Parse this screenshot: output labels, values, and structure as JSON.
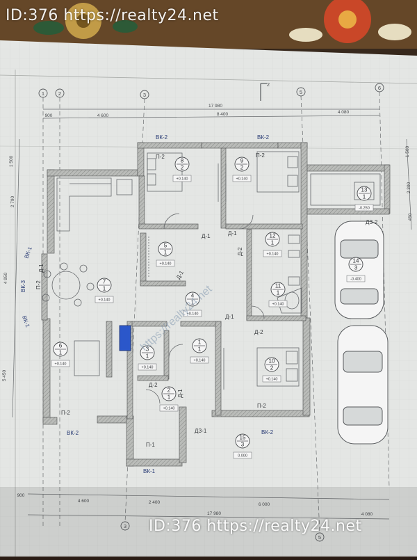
{
  "watermark": {
    "top": "ID:376 https://realty24.net",
    "bottom": "ID:376 https://realty24.net",
    "diagonal": "https://realty24.net"
  },
  "axes": {
    "a1": "1",
    "a2": "2",
    "a3": "3",
    "a5": "5",
    "a6": "6",
    "b3": "3",
    "b5": "5",
    "section": "2"
  },
  "dims_top": {
    "total": "17 980",
    "d1": "900",
    "d2": "4 600",
    "d3": "8 400",
    "d4": "4 080"
  },
  "dims_bottom": {
    "total": "17 980",
    "d1": "4 600",
    "d2": "2 400",
    "d3": "6 000",
    "d4": "4 080",
    "small": "900"
  },
  "dims_left": {
    "d1": "1 500",
    "d2": "2 790",
    "d3": "4 950",
    "d4": "5 450"
  },
  "dims_right": {
    "d1": "1 500",
    "d2": "2 300",
    "d3": "450"
  },
  "rooms": {
    "r1": {
      "num": "1",
      "sub": "1",
      "level": "+0.140"
    },
    "r2": {
      "num": "2",
      "sub": "1",
      "level": "+0.140"
    },
    "r3": {
      "num": "3",
      "sub": "1",
      "level": "+0.140"
    },
    "r4": {
      "num": "4",
      "sub": "1",
      "level": "+0.140"
    },
    "r5": {
      "num": "5",
      "sub": "1",
      "level": "+0.140"
    },
    "r6": {
      "num": "6",
      "sub": "1",
      "level": "+0.140"
    },
    "r7": {
      "num": "7",
      "sub": "1",
      "level": "+0.140"
    },
    "r8": {
      "num": "8",
      "sub": "2",
      "level": "+0.140"
    },
    "r9": {
      "num": "9",
      "sub": "2",
      "level": "+0.140"
    },
    "r10": {
      "num": "10",
      "sub": "2",
      "level": "+0.140"
    },
    "r11": {
      "num": "11",
      "sub": "1",
      "level": "+0.140"
    },
    "r12": {
      "num": "12",
      "sub": "1",
      "level": "+0.140"
    },
    "r13": {
      "num": "13",
      "sub": "1",
      "level": "-0.250"
    },
    "r14": {
      "num": "14",
      "sub": "3",
      "level": "-0.400"
    },
    "r15": {
      "num": "15",
      "sub": "3",
      "level": "0.000"
    }
  },
  "labels": {
    "vk2_a": "ВК-2",
    "vk2_b": "ВК-2",
    "vk2_c": "ВК-2",
    "vk2_d": "ВК-2",
    "vk1_a": "ВК-1",
    "vk1_b": "ВК-1",
    "vk1_c": "ВК-1",
    "vk3": "ВК-3",
    "p2_a": "П-2",
    "p2_b": "П-2",
    "p2_c": "П-2",
    "p2_d": "П-2",
    "p2_e": "П-2",
    "p1": "П-1",
    "d1_a": "Д-1",
    "d1_b": "Д-1",
    "d1_c": "Д-1",
    "d1_d": "Д-1",
    "d1_e": "Д-1",
    "d1_f": "Д-1",
    "d2_a": "Д-2",
    "d2_b": "Д-2",
    "d2_c": "Д-2",
    "dz31": "ДЗ-1",
    "dz32": "ДЗ-2"
  },
  "colors": {
    "wall": "#b9bbb8",
    "wall_stroke": "#5e6060",
    "paper": "#eef0ee",
    "ink": "#5a5d60",
    "blue_ink": "#2c3f7a",
    "accent_blue": "#2d5bd3",
    "wall_hatch": "#8b8e8b"
  }
}
